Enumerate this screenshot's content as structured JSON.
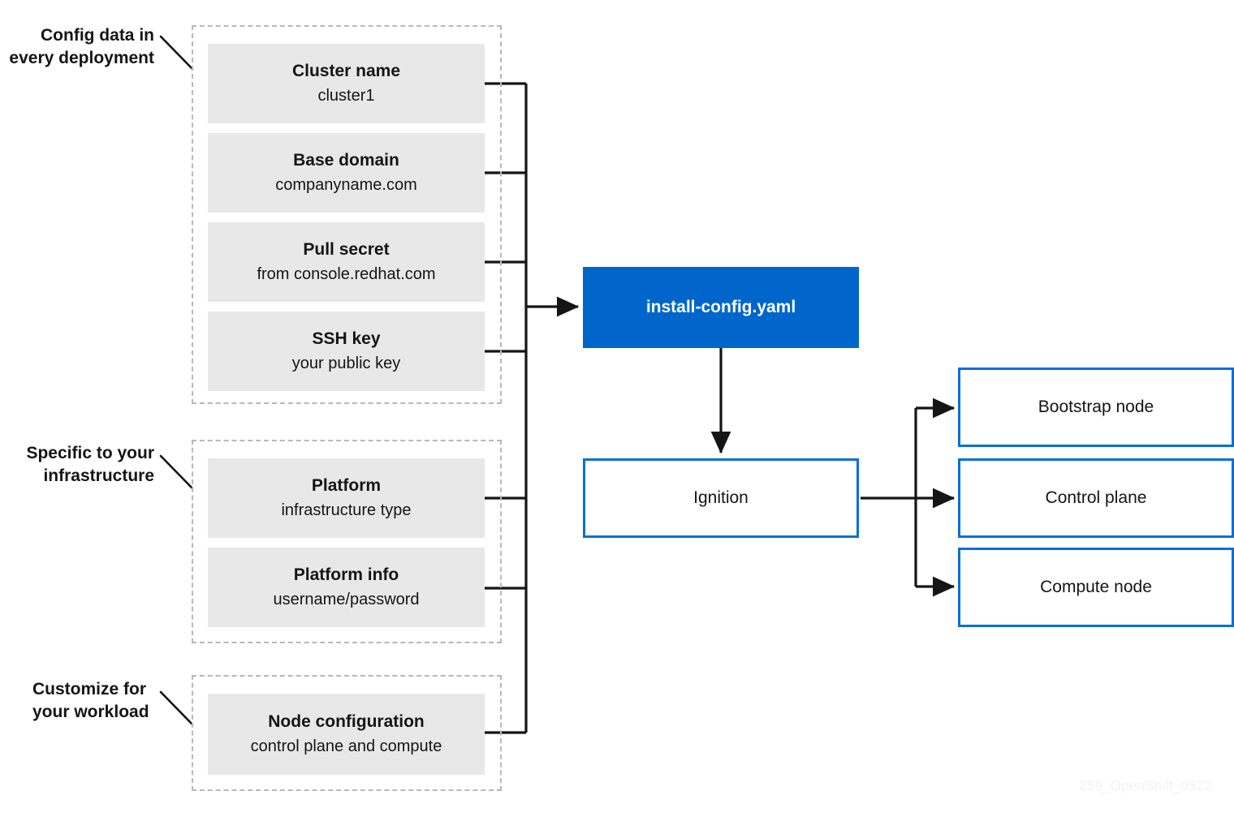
{
  "diagram": {
    "watermark": "259_OpenShift_0522",
    "colors": {
      "accent_blue": "#0066cc",
      "outline_blue": "#0a6fd8",
      "card_gray": "#e8e8e8",
      "dashed_gray": "#b8b8b8",
      "text_dark": "#151515",
      "connector_black": "#151515"
    }
  },
  "groups": [
    {
      "callout": "Config data in\never y deployment",
      "callout_label": "Config data in\nevery deployment",
      "cards": [
        {
          "title": "Cluster name",
          "sub": "cluster1"
        },
        {
          "title": "Base domain",
          "sub": "companyname.com"
        },
        {
          "title": "Pull secret",
          "sub": "from console.redhat.com"
        },
        {
          "title": "SSH key",
          "sub": "your public key"
        }
      ]
    },
    {
      "callout_label": "Specific to your\ninfrastructure",
      "cards": [
        {
          "title": "Platform",
          "sub": "infrastructure type"
        },
        {
          "title": "Platform info",
          "sub": "username/password"
        }
      ]
    },
    {
      "callout_label": "Customize for\nyour workload",
      "cards": [
        {
          "title": "Node configuration",
          "sub": "control plane and compute"
        }
      ]
    }
  ],
  "pipeline": {
    "install_config": "install-config.yaml",
    "ignition": "Ignition"
  },
  "outputs": [
    {
      "label": "Bootstrap node"
    },
    {
      "label": "Control plane"
    },
    {
      "label": "Compute node"
    }
  ]
}
